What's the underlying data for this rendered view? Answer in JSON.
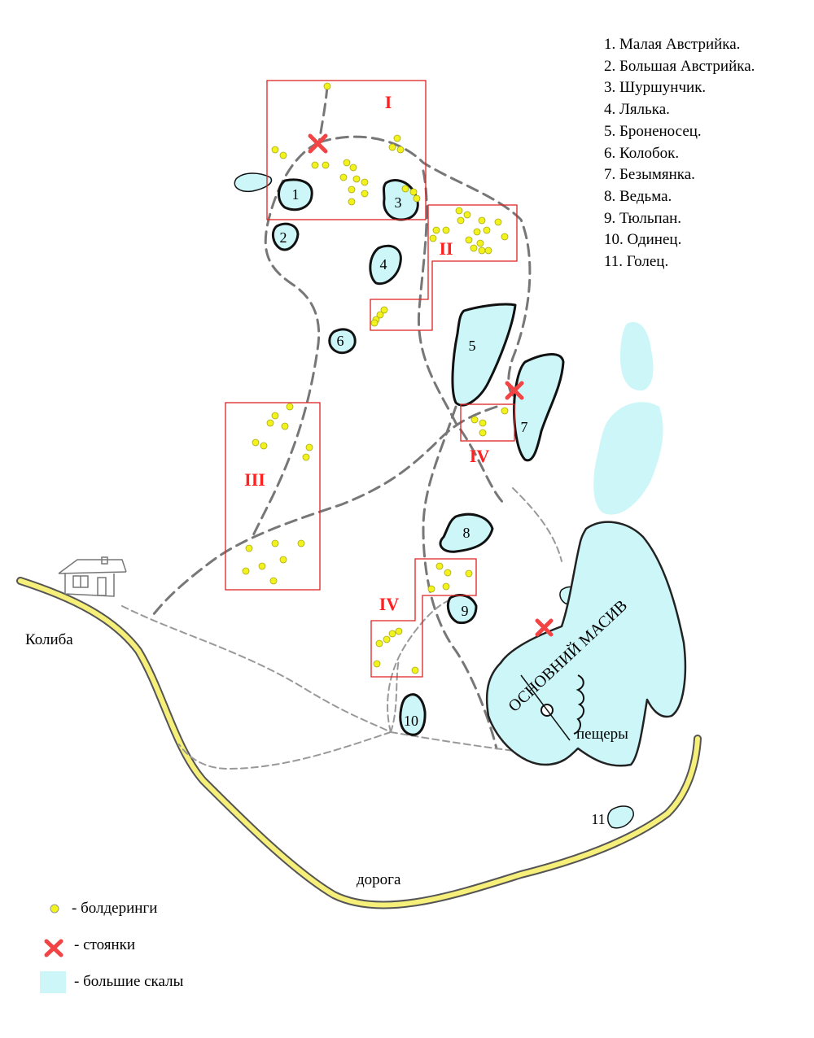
{
  "legend_list": [
    "1. Малая Австрийка.",
    "2. Большая Австрийка.",
    "3. Шуршунчик.",
    "4. Лялька.",
    "5. Броненосец.",
    "6. Колобок.",
    "7. Безымянка.",
    "8. Ведьма.",
    "9. Тюльпан.",
    "10. Одинец.",
    "11. Голец."
  ],
  "rock_numbers": [
    "1",
    "2",
    "3",
    "4",
    "5",
    "6",
    "7",
    "8",
    "9",
    "10",
    "11"
  ],
  "sectors": [
    "I",
    "II",
    "III",
    "IV",
    "IV"
  ],
  "labels": {
    "hut": "Колиба",
    "road": "дорога",
    "caves": "пещеры",
    "main_massif": "ОСНОВНИЙ МАСИВ"
  },
  "key": {
    "boulders": "- болдеринги",
    "camps": "- стоянки",
    "big_rocks": "- большие скалы"
  },
  "colors": {
    "rock_fill": "#ccf6f8",
    "boulder_dot": "#f2f21c",
    "camp_mark": "#f24444",
    "road": "#f6f07a",
    "sector_frame": "#dd2222",
    "trail": "#888888"
  }
}
